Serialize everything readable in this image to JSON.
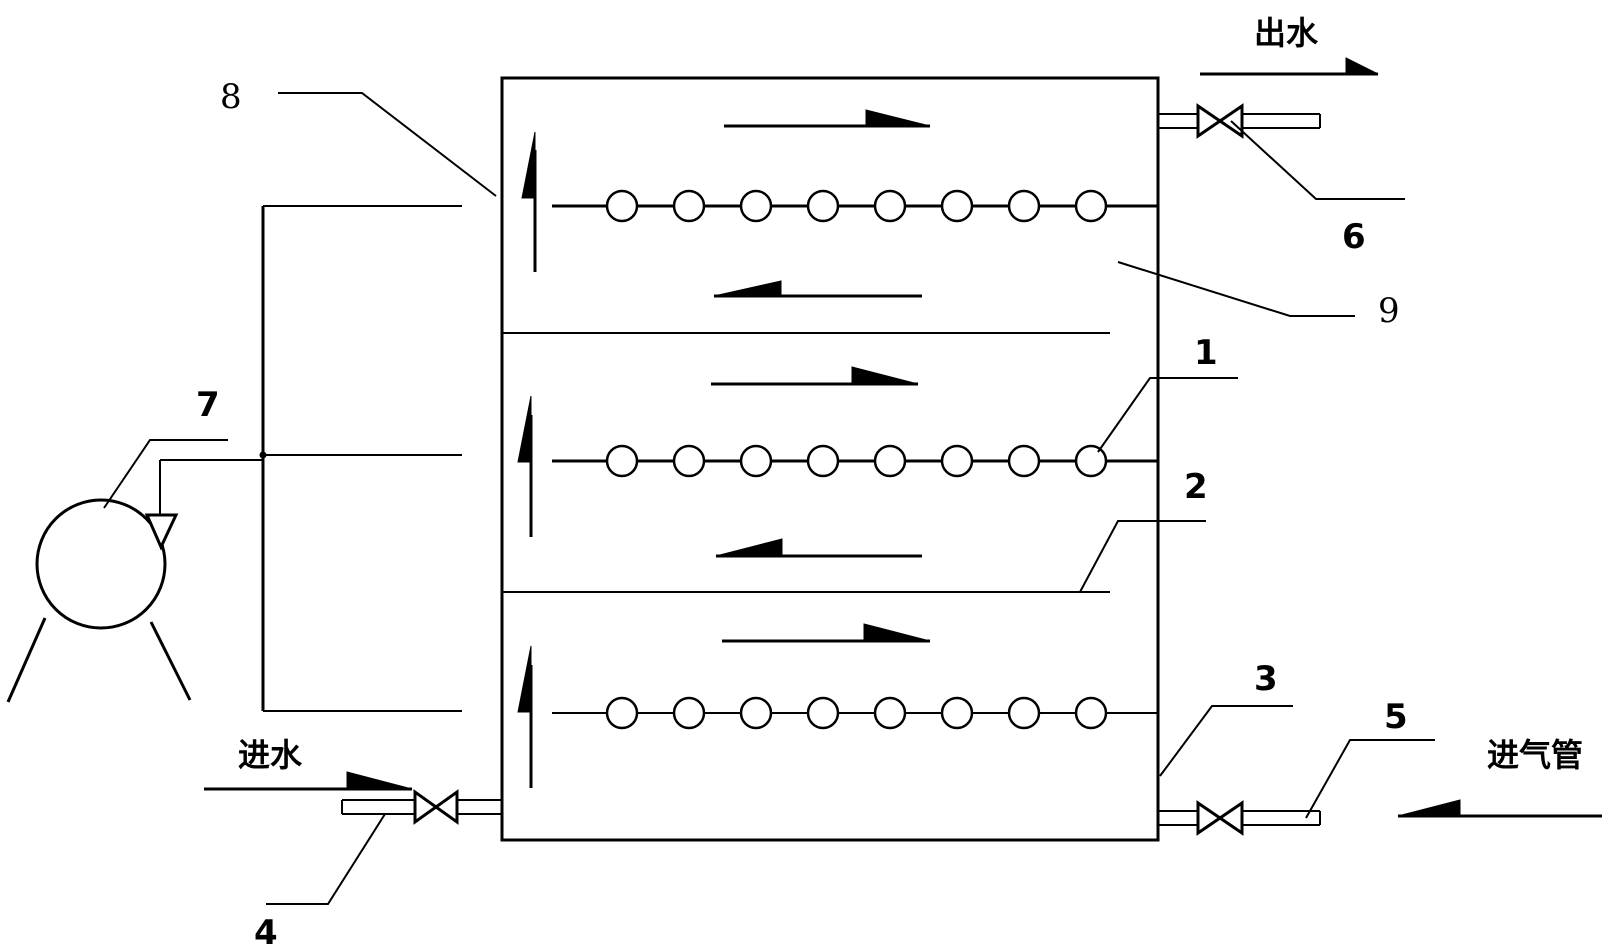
{
  "labels": {
    "outlet": "出水",
    "inlet": "进水",
    "air_inlet_pipe": "进气管",
    "n1": "1",
    "n2": "2",
    "n3": "3",
    "n4": "4",
    "n5": "5",
    "n6": "6",
    "n7": "7",
    "n8": "8",
    "n9": "9"
  },
  "layers": [
    {
      "name": "top-layer",
      "bubbles": 8
    },
    {
      "name": "middle-layer",
      "bubbles": 8
    },
    {
      "name": "bottom-layer",
      "bubbles": 8
    }
  ],
  "colors": {
    "line": "#000000",
    "background": "#ffffff"
  }
}
